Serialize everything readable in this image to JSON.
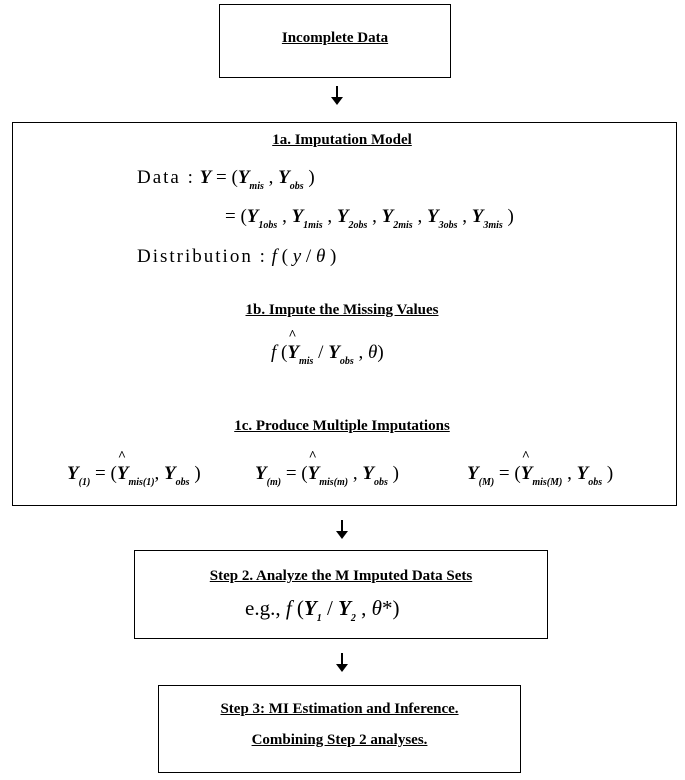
{
  "box1": {
    "title": "Incomplete Data"
  },
  "box2": {
    "title_1a": "1a.  Imputation  Model",
    "data_label": "Data :",
    "distribution_label": "Distribution :",
    "title_1b": "1b. Impute the Missing Values",
    "title_1c": "1c. Produce Multiple Imputations"
  },
  "box3": {
    "title": "Step 2. Analyze the M Imputed Data Sets",
    "eg": "e.g.,"
  },
  "box4": {
    "line1": "Step 3: MI Estimation and Inference.",
    "line2": "Combining Step 2 analyses."
  }
}
